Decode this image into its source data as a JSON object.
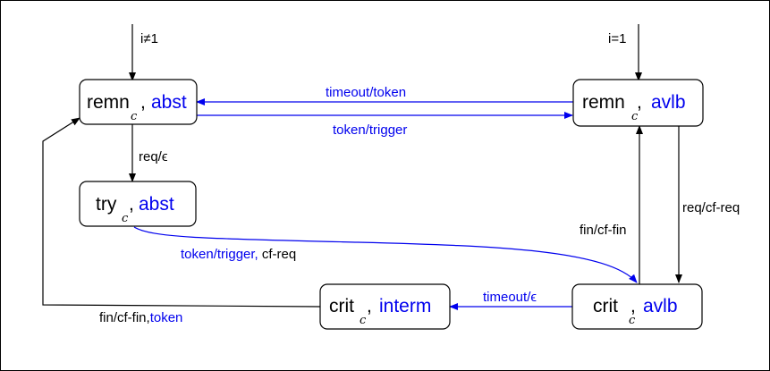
{
  "colors": {
    "black": "#000000",
    "blue": "#0000ee"
  },
  "states": {
    "remn_abst": {
      "name": "remn",
      "sub": "c",
      "mode": "abst"
    },
    "remn_avlb": {
      "name": "remn",
      "sub": "c",
      "mode": "avlb"
    },
    "try_abst": {
      "name": "try",
      "sub": "c",
      "mode": "abst"
    },
    "crit_interm": {
      "name": "crit",
      "sub": "c",
      "mode": "interm"
    },
    "crit_avlb": {
      "name": "crit",
      "sub": "c",
      "mode": "avlb"
    }
  },
  "labels": {
    "init_left": "i≠1",
    "init_right": "i=1",
    "timeout_token": "timeout/token",
    "token_trigger": "token/trigger",
    "req_eps": "req/ϵ",
    "req_cfreq": "req/cf-req",
    "fin_cffin": "fin/cf-fin",
    "try_to_crit_blue": "token/trigger,",
    "try_to_crit_black": " cf-req",
    "timeout_eps": "timeout/ϵ",
    "fin_cffin_token_black": "fin/cf-fin,",
    "fin_cffin_token_blue": "token"
  }
}
